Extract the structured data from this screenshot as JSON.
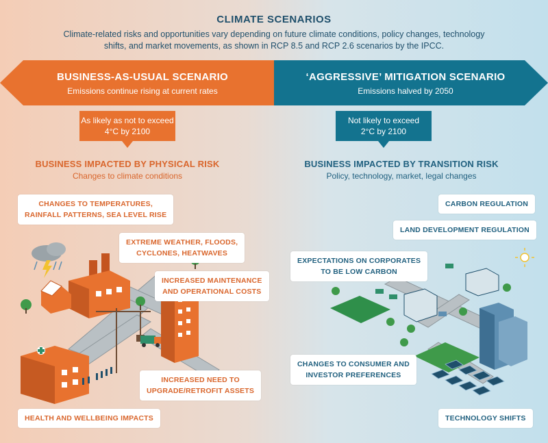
{
  "header": {
    "title": "CLIMATE SCENARIOS",
    "subtitle_line1": "Climate-related risks and opportunities vary depending on future climate conditions, policy changes, technology",
    "subtitle_line2": "shifts, and market movements, as shown in RCP 8.5 and RCP 2.6 scenarios by the IPCC."
  },
  "colors": {
    "orange": "#e8722f",
    "blue": "#13738f",
    "navy": "#1f4f6b"
  },
  "left": {
    "scenario_title": "BUSINESS-AS-USUAL SCENARIO",
    "scenario_subtitle": "Emissions continue rising at current rates",
    "likelihood_line1": "As likely as not to exceed",
    "likelihood_line2": "4°C by 2100",
    "risk_title": "BUSINESS IMPACTED BY PHYSICAL RISK",
    "risk_subtitle": "Changes to climate conditions",
    "labels": {
      "temperatures_line1": "CHANGES TO TEMPERATURES,",
      "temperatures_line2": "RAINFALL PATTERNS, SEA LEVEL RISE",
      "weather_line1": "EXTREME WEATHER, FLOODS,",
      "weather_line2": "CYCLONES, HEATWAVES",
      "maintenance_line1": "INCREASED MAINTENANCE",
      "maintenance_line2": "AND OPERATIONAL COSTS",
      "upgrade_line1": "INCREASED NEED TO",
      "upgrade_line2": "UPGRADE/RETROFIT ASSETS",
      "health": "HEALTH AND WELLBEING IMPACTS"
    }
  },
  "right": {
    "scenario_title": "‘AGGRESSIVE’ MITIGATION SCENARIO",
    "scenario_subtitle": "Emissions halved by 2050",
    "likelihood_line1": "Not likely to exceed",
    "likelihood_line2": "2°C by 2100",
    "risk_title": "BUSINESS IMPACTED BY TRANSITION RISK",
    "risk_subtitle": "Policy, technology, market, legal changes",
    "labels": {
      "carbon": "CARBON REGULATION",
      "land": "LAND DEVELOPMENT REGULATION",
      "expectations_line1": "EXPECTATIONS ON CORPORATES",
      "expectations_line2": "TO BE LOW CARBON",
      "consumer_line1": "CHANGES TO CONSUMER AND",
      "consumer_line2": "INVESTOR PREFERENCES",
      "technology": "TECHNOLOGY SHIFTS"
    }
  }
}
